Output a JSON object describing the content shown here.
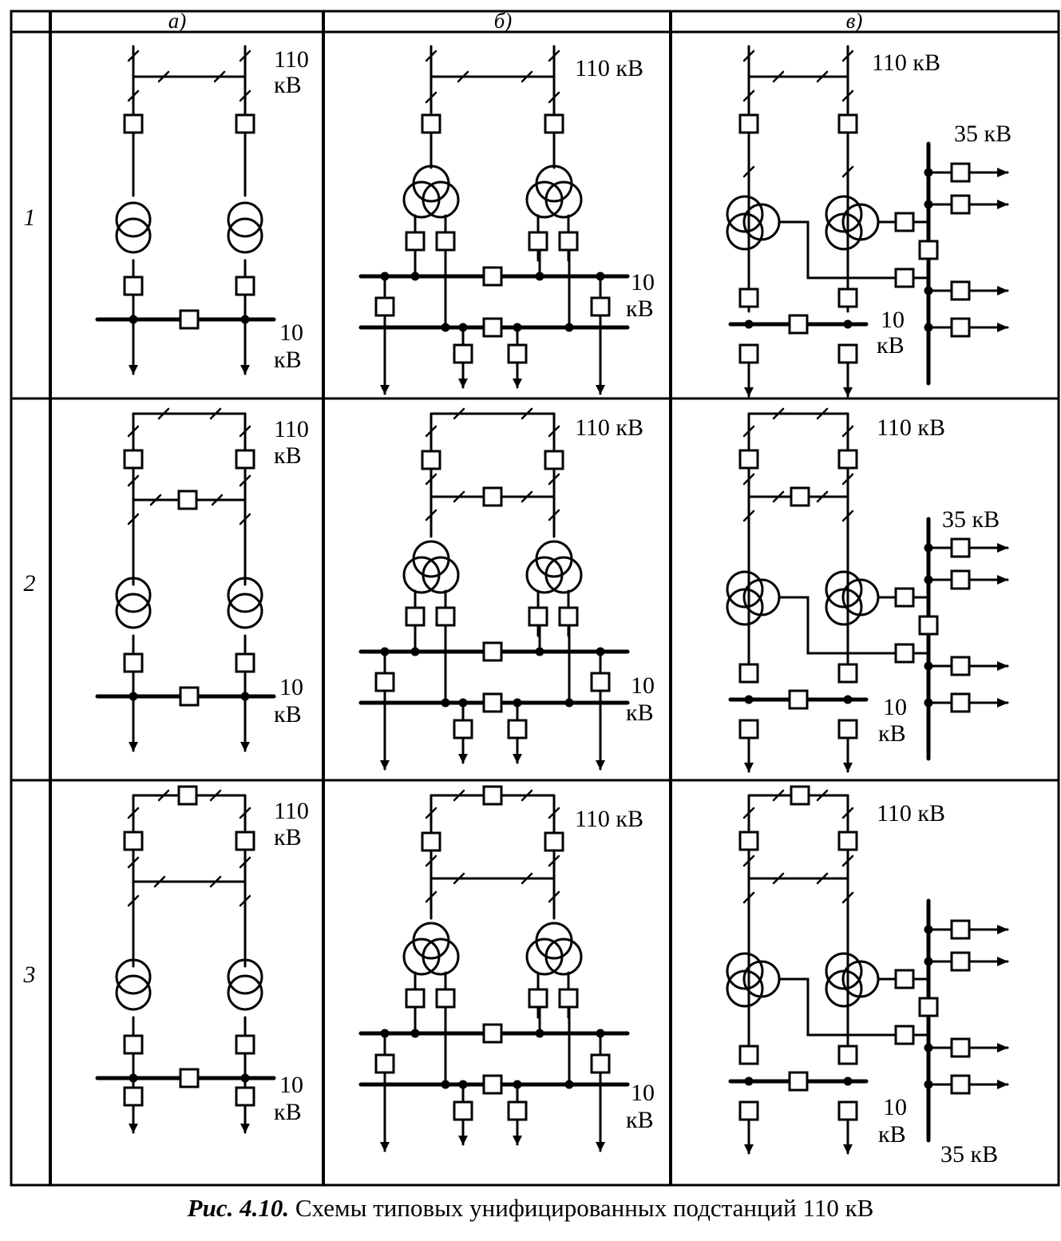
{
  "table": {
    "columns": [
      "а)",
      "б)",
      "в)"
    ],
    "rows": [
      "1",
      "2",
      "3"
    ]
  },
  "labels": {
    "hv": "110 кВ",
    "hv_line1": "110",
    "hv_line2": "кВ",
    "lv_line1": "10",
    "lv_line2": "кВ",
    "mv": "35 кВ"
  },
  "caption": {
    "figure_ref": "Рис. 4.10.",
    "text": "Схемы типовых унифицированных подстанций 110 кВ"
  }
}
